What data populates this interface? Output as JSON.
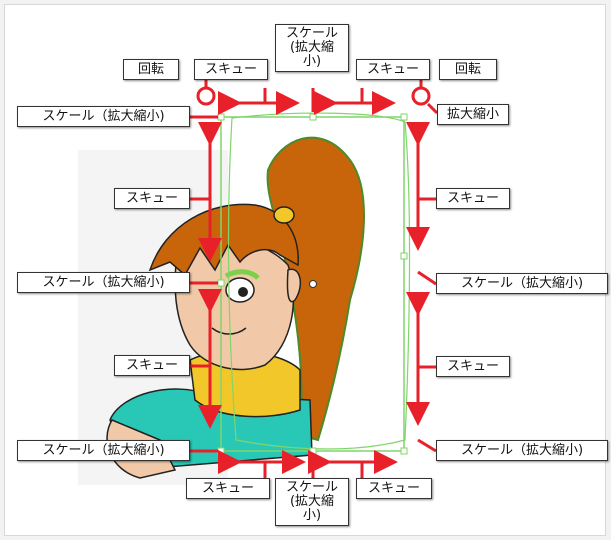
{
  "labels": {
    "scale": "スケール（拡大縮小)",
    "scale_stacked": "スケール\n(拡大縮\n小)",
    "skew": "スキュー",
    "rotate": "回転",
    "scale_short": "拡大縮小"
  },
  "colors": {
    "arrow": "#e8202a",
    "bbox": "#7fd66a",
    "hair": "#c8650a",
    "skin": "#f1c9a8",
    "scarf": "#f2c72a",
    "shirt": "#29c8b6"
  }
}
